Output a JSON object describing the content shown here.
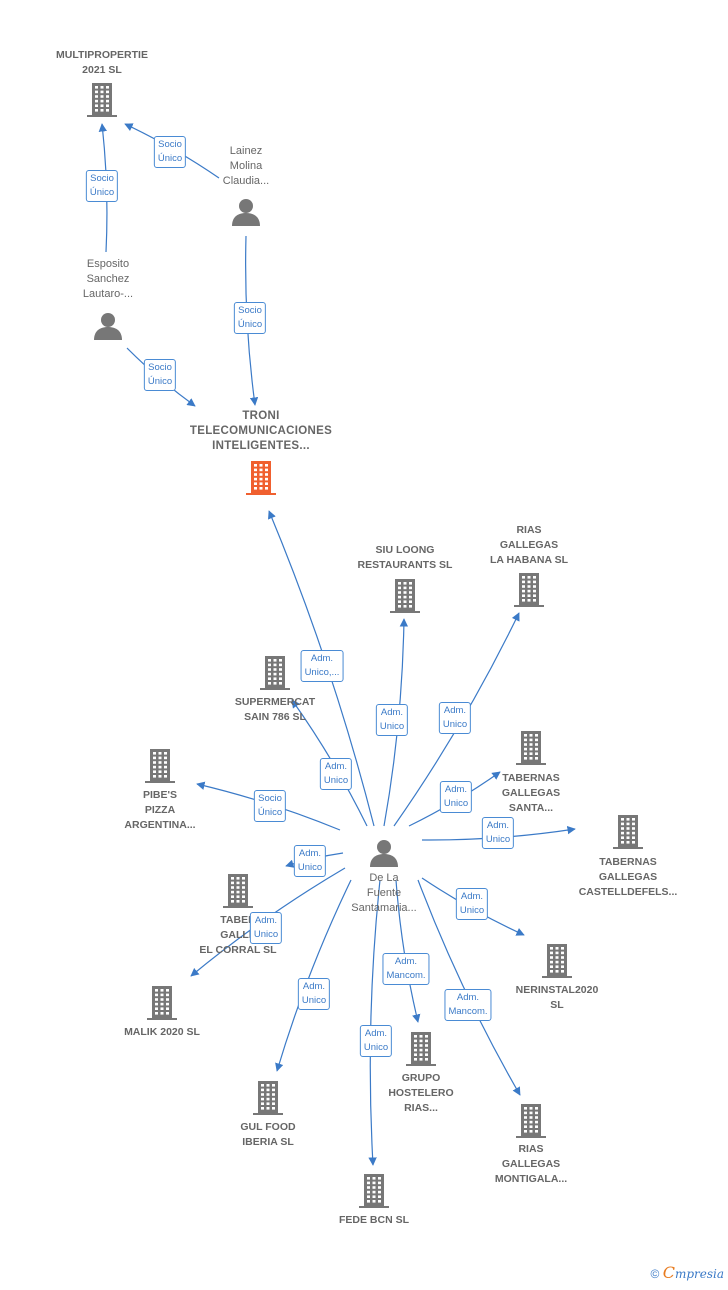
{
  "colors": {
    "edge": "#3b7ac7",
    "building": "#777777",
    "focus": "#f0602f",
    "person": "#777777"
  },
  "nodes": [
    {
      "id": "multipropertie",
      "type": "company",
      "label": "MULTIPROPERTIE\n2021  SL"
    },
    {
      "id": "lainez",
      "type": "person",
      "label": "Lainez\nMolina\nClaudia..."
    },
    {
      "id": "esposito",
      "type": "person",
      "label": "Esposito\nSanchez\nLautaro-..."
    },
    {
      "id": "troni",
      "type": "focus",
      "label": "TRONI\nTELECOMUNICACIONES\nINTELIGENTES..."
    },
    {
      "id": "siuloong",
      "type": "company",
      "label": "SIU LOONG\nRESTAURANTS SL"
    },
    {
      "id": "riashabana",
      "type": "company",
      "label": "RIAS\nGALLEGAS\nLA HABANA  SL"
    },
    {
      "id": "supermercat",
      "type": "company",
      "label": "SUPERMERCAT\nSAIN 786 SL"
    },
    {
      "id": "pibes",
      "type": "company",
      "label": "PIBE'S\nPIZZA\nARGENTINA..."
    },
    {
      "id": "tabsanta",
      "type": "company",
      "label": "TABERNAS\nGALLEGAS\nSANTA..."
    },
    {
      "id": "tabcastell",
      "type": "company",
      "label": "TABERNAS\nGALLEGAS\nCASTELLDEFELS..."
    },
    {
      "id": "delafuente",
      "type": "person",
      "label": "De La\nFuente\nSantamaria..."
    },
    {
      "id": "tabcorral",
      "type": "company",
      "label": "TABER\nGALLE\nEL CORRAL  SL"
    },
    {
      "id": "nerinstal",
      "type": "company",
      "label": "NERINSTAL2020\nSL"
    },
    {
      "id": "malik",
      "type": "company",
      "label": "MALIK 2020  SL"
    },
    {
      "id": "grupo",
      "type": "company",
      "label": "GRUPO\nHOSTELERO\nRIAS..."
    },
    {
      "id": "gulfood",
      "type": "company",
      "label": "GUL FOOD\nIBERIA  SL"
    },
    {
      "id": "riasmontigala",
      "type": "company",
      "label": "RIAS\nGALLEGAS\nMONTIGALA..."
    },
    {
      "id": "fedebcn",
      "type": "company",
      "label": "FEDE BCN SL"
    }
  ],
  "edges": [
    {
      "from": "lainez",
      "to": "multipropertie",
      "label": "Socio\nÚnico"
    },
    {
      "from": "esposito",
      "to": "multipropertie",
      "label": "Socio\nÚnico"
    },
    {
      "from": "lainez",
      "to": "troni",
      "label": "Socio\nÚnico"
    },
    {
      "from": "esposito",
      "to": "troni",
      "label": "Socio\nÚnico"
    },
    {
      "from": "delafuente",
      "to": "troni",
      "label": "Adm.\nUnico,..."
    },
    {
      "from": "delafuente",
      "to": "siuloong",
      "label": "Adm.\nUnico"
    },
    {
      "from": "delafuente",
      "to": "riashabana",
      "label": "Adm.\nUnico"
    },
    {
      "from": "delafuente",
      "to": "supermercat",
      "label": "Adm.\nUnico"
    },
    {
      "from": "delafuente",
      "to": "pibes",
      "label": "Socio\nÚnico"
    },
    {
      "from": "delafuente",
      "to": "tabsanta",
      "label": "Adm.\nUnico"
    },
    {
      "from": "delafuente",
      "to": "tabcastell",
      "label": "Adm.\nUnico"
    },
    {
      "from": "delafuente",
      "to": "tabcorral",
      "label": "Adm.\nUnico"
    },
    {
      "from": "delafuente",
      "to": "malik",
      "label": "Adm.\nUnico"
    },
    {
      "from": "delafuente",
      "to": "nerinstal",
      "label": "Adm.\nUnico"
    },
    {
      "from": "delafuente",
      "to": "grupo",
      "label": "Adm.\nMancom."
    },
    {
      "from": "delafuente",
      "to": "riasmontigala",
      "label": "Adm.\nMancom."
    },
    {
      "from": "delafuente",
      "to": "gulfood",
      "label": "Adm.\nUnico"
    },
    {
      "from": "delafuente",
      "to": "fedebcn",
      "label": "Adm.\nUnico"
    }
  ],
  "footer": {
    "copyright": "©",
    "brand_initial": "C",
    "brand_rest": "mpresia"
  }
}
